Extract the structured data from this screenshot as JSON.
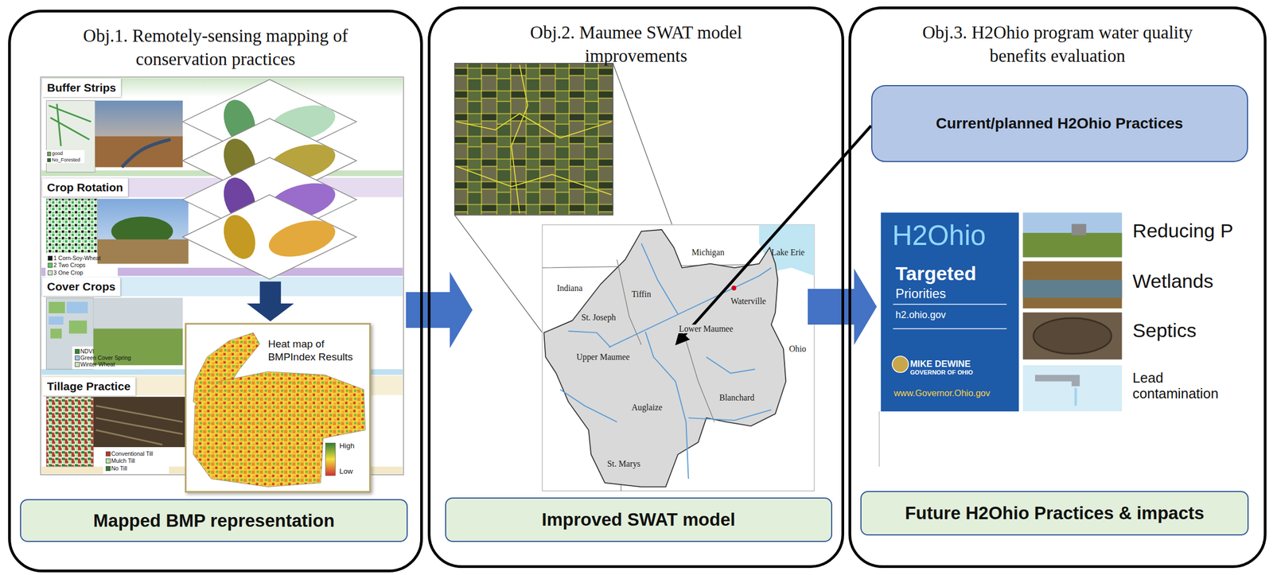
{
  "diagram": {
    "nodes": [
      {
        "text": [
          "Obj.1. Remotely-sensing mapping of conservation practices"
        ]
      },
      {
        "text": [
          "Buffer Strips"
        ],
        "in": 0
      },
      {
        "text": [
          "Crop Rotation"
        ],
        "in": 0
      },
      {
        "text": [
          "Cover Crops"
        ],
        "in": 0
      },
      {
        "text": [
          "Tillage Practice"
        ],
        "in": 0
      },
      {
        "text": [
          "Heat map of BMPIndex Results"
        ],
        "in": 0
      },
      {
        "text": [
          "Mapped BMP representation"
        ],
        "in": 0
      },
      {
        "text": [
          "Obj.2. Maumee SWAT model improvements"
        ]
      },
      {
        "text": [
          "Improved SWAT model"
        ],
        "in": 7
      },
      {
        "text": [
          "Obj.3. H2Ohio program water quality benefits evaluation"
        ]
      },
      {
        "text": [
          "Current/planned H2Ohio Practices"
        ],
        "in": 9
      },
      {
        "text": [
          "H2Ohio",
          "Targeted",
          "Priorities",
          "h2.ohio.gov",
          "MIKE DEWINE",
          "GOVERNOR OF OHIO",
          "www.Governor.Ohio.gov"
        ],
        "in": 9
      },
      {
        "text": [
          "Future H2Ohio Practices & impacts"
        ],
        "in": 9
      }
    ],
    "edges": [
      {
        "from": 0,
        "to": 7,
        "arrow": "to"
      },
      {
        "from": 7,
        "to": 9,
        "arrow": "to"
      }
    ],
    "labels": [
      "High",
      "Low",
      "Michigan",
      "Indiana",
      "Lake Erie",
      "Tiffin",
      "Waterville",
      "St. Joseph",
      "Lower Maumee",
      "Ohio",
      "Upper Maumee",
      "Blanchard",
      "Auglaize",
      "St. Marys",
      "Reducing P",
      "Wetlands",
      "Septics",
      "Lead contamination"
    ],
    "legend": [
      {
        "text": "good",
        "color": "#6aa84f"
      },
      {
        "text": "No_Forested",
        "color": "#1e6b2a"
      },
      {
        "text": "1 Corn-Soy-Wheat",
        "color": "#1a1a1a"
      },
      {
        "text": "2 Two Crops",
        "color": "#5cc85c"
      },
      {
        "text": "3 One Crop",
        "color": "#c8e6c0"
      },
      {
        "text": "NDVI",
        "color": "#2a8a2a"
      },
      {
        "text": "Green Cover Spring",
        "color": "#9fc5e8"
      },
      {
        "text": "Winter Wheat",
        "color": "#c9e7b4"
      },
      {
        "text": "Conventional Till",
        "color": "#b03a2e"
      },
      {
        "text": "Mulch Till",
        "color": "#b6e3a0"
      },
      {
        "text": "No Till",
        "color": "#2e7d32"
      }
    ]
  }
}
